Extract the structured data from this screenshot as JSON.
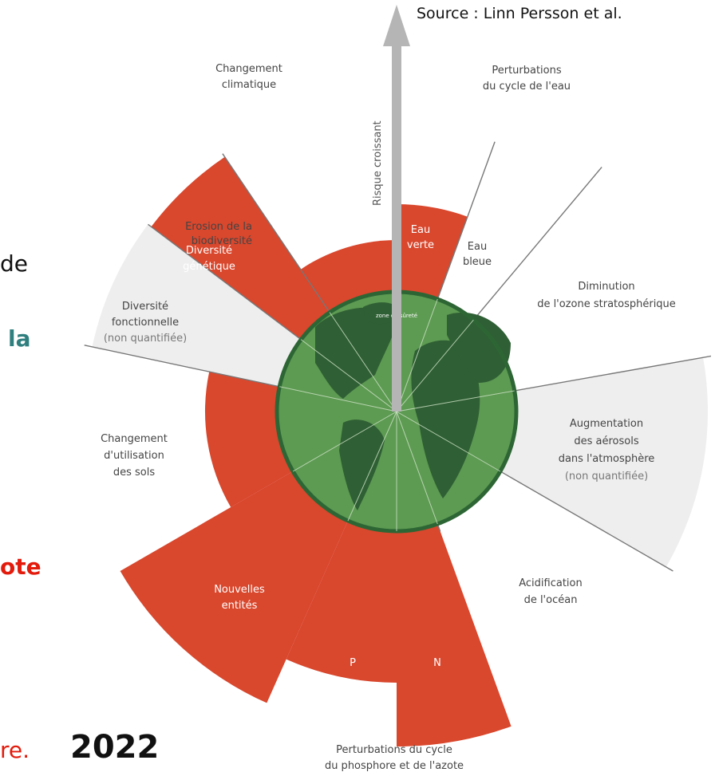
{
  "header": {
    "source": "Source : Linn Persson et al."
  },
  "fragments": {
    "de": "de",
    "la": "la",
    "ote": "ote",
    "re": "re.",
    "year": "2022"
  },
  "diagram": {
    "arrow_label": "Risque croissant",
    "safe_zone_label": "zone de sûreté",
    "colors": {
      "exceeded": "#d9472d",
      "unquantified": "#eeeeee",
      "safe_zone": "#5d9a52",
      "land": "#2f5f34",
      "ring": "#2d6634",
      "arrow": "#b5b5b5"
    },
    "outer_labels": {
      "climate": [
        "Changement",
        "climatique"
      ],
      "water": [
        "Perturbations",
        "du cycle de l'eau"
      ],
      "biodiversity": [
        "Erosion de la",
        "biodiversité"
      ],
      "ozone": [
        "Diminution",
        "de l'ozone stratosphérique"
      ],
      "land_use": [
        "Changement",
        "d'utilisation",
        "des sols"
      ],
      "acidification": [
        "Acidification",
        "de l'océan"
      ],
      "biogeochemical": [
        "Perturbations du cycle",
        "du phosphore et de l'azote"
      ]
    },
    "segment_labels": {
      "green_water": [
        "Eau",
        "verte"
      ],
      "blue_water": [
        "Eau",
        "bleue"
      ],
      "genetic": [
        "Diversité",
        "génétique"
      ],
      "functional": [
        "Diversité",
        "fonctionnelle",
        "(non quantifiée)"
      ],
      "aerosols": [
        "Augmentation",
        "des aérosols",
        "dans l'atmosphère",
        "(non quantifiée)"
      ],
      "novel": [
        "Nouvelles",
        "entités"
      ],
      "phosphorus": "P",
      "nitrogen": "N"
    }
  }
}
